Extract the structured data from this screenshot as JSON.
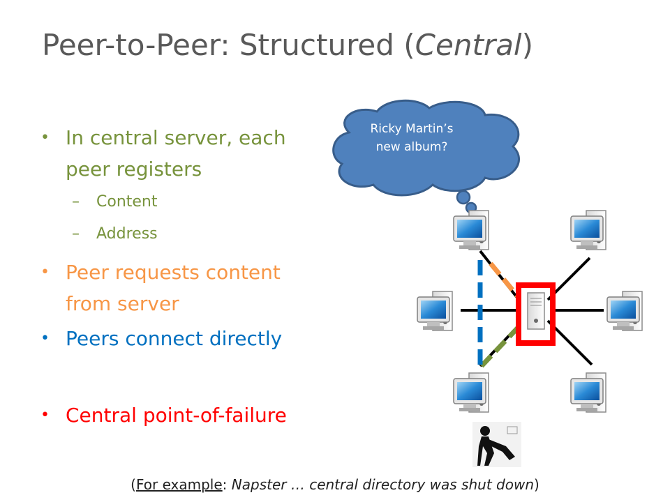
{
  "title": {
    "main": "Peer-to-Peer: Structured (",
    "italic": "Central",
    "close": ")"
  },
  "bullets": [
    {
      "text": "In central server, each peer registers",
      "color": "#77933C",
      "subs": [
        "Content",
        "Address"
      ]
    },
    {
      "text": "Peer requests content from server",
      "color": "#F79646",
      "subs": []
    },
    {
      "text": "Peers connect directly",
      "color": "#0070C0",
      "subs": []
    },
    {
      "text": "Central point-of-failure",
      "color": "#FF0000",
      "subs": []
    }
  ],
  "bullet_glyph": "•",
  "dash_glyph": "–",
  "cloud": {
    "line1": "Ricky Martin’s",
    "line2": "new album?"
  },
  "caption": {
    "open": "(",
    "underlined": "For example",
    "colon": ": ",
    "italic": "Napster … central directory was shut down",
    "close": ")"
  },
  "colors": {
    "server_highlight": "#FF0000",
    "cloud_fill": "#4F81BD",
    "direct_link": "#0070C0",
    "request_link": "#F79646",
    "response_link": "#77933C"
  },
  "icons": [
    "computer-icon",
    "server-icon",
    "thought-cloud-icon",
    "napster-logo"
  ]
}
